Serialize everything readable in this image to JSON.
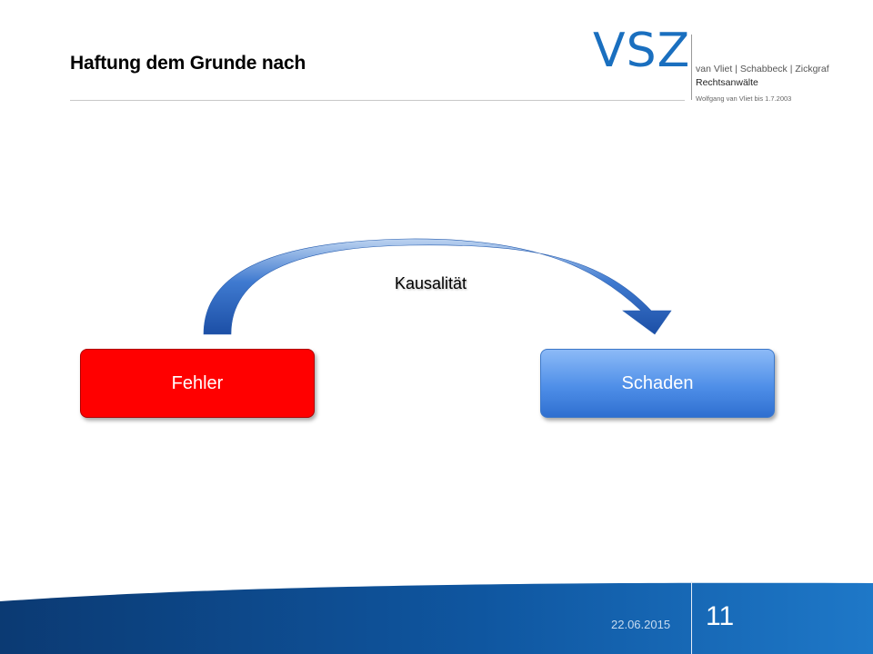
{
  "header": {
    "title": "Haftung dem Grunde nach"
  },
  "logo": {
    "mark": "VSZ",
    "partners": "van Vliet | Schabbeck | Zickgraf",
    "profession": "Rechtsanwälte",
    "note": "Wolfgang van Vliet bis 1.7.2003"
  },
  "diagram": {
    "source_node": "Fehler",
    "target_node": "Schaden",
    "edge_label": "Kausalität"
  },
  "footer": {
    "date": "22.06.2015",
    "page_number": "11"
  },
  "colors": {
    "brand_blue": "#1a6fbf",
    "fehler_red": "#ff0000",
    "schaden_blue": "#4f8fe8",
    "footer_dark": "#0d3d7a"
  }
}
